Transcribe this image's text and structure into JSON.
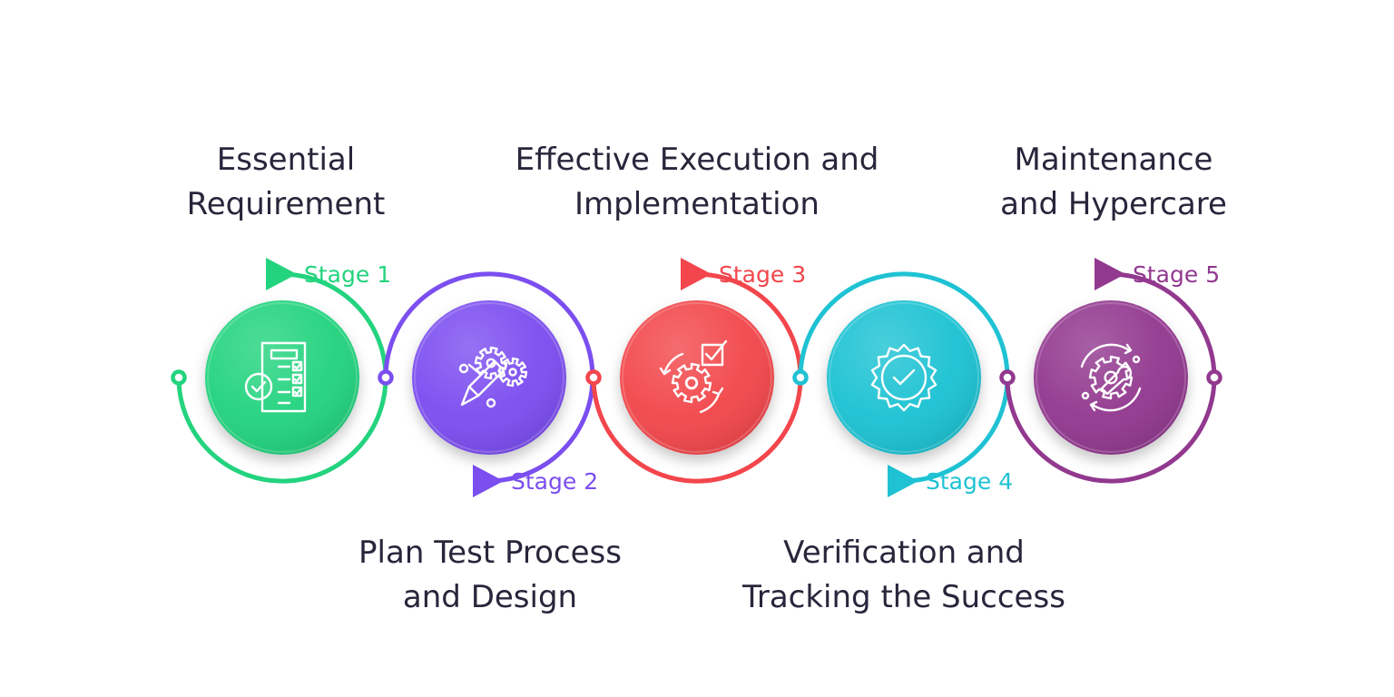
{
  "stages": [
    {
      "label": "Stage 1",
      "title_lines": [
        "Essential",
        "Requirement"
      ],
      "color": "#23d37e",
      "icon": "checklist-document-icon"
    },
    {
      "label": "Stage 2",
      "title_lines": [
        "Plan Test Process",
        "and Design"
      ],
      "color": "#7b4ef0",
      "icon": "gears-pencil-icon"
    },
    {
      "label": "Stage 3",
      "title_lines": [
        "Effective Execution and",
        "Implementation"
      ],
      "color": "#f2464c",
      "icon": "gear-checkbox-cycle-icon"
    },
    {
      "label": "Stage 4",
      "title_lines": [
        "Verification and",
        "Tracking the Success"
      ],
      "color": "#1fc2d3",
      "icon": "verified-badge-icon"
    },
    {
      "label": "Stage 5",
      "title_lines": [
        "Maintenance",
        "and Hypercare"
      ],
      "color": "#92398f",
      "icon": "wrench-gear-cycle-icon"
    }
  ]
}
